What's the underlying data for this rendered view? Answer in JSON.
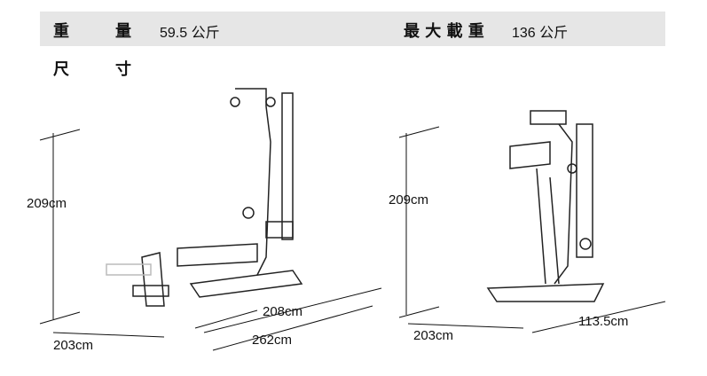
{
  "specs": {
    "weight_label_1": "重",
    "weight_label_2": "量",
    "weight_value": "59.5 公斤",
    "max_load_label": "最 大 載 重",
    "max_load_value": "136 公斤",
    "size_label_1": "尺",
    "size_label_2": "寸"
  },
  "dimensions": {
    "left": {
      "height": "209cm",
      "width": "203cm",
      "depth_folded": "208cm",
      "depth_full": "262cm"
    },
    "right": {
      "height": "209cm",
      "width": "203cm",
      "depth": "113.5cm"
    }
  }
}
